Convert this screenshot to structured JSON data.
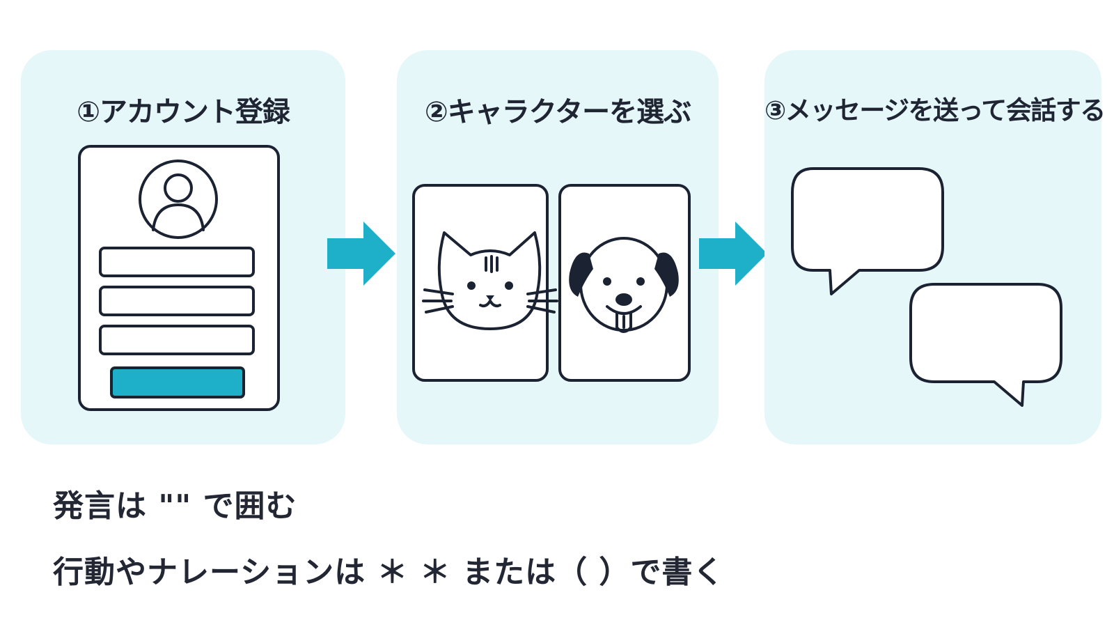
{
  "steps": [
    {
      "title": "①アカウント登録",
      "icon": "account-form-icon"
    },
    {
      "title": "②キャラクターを選ぶ",
      "icon": "character-cards-icon"
    },
    {
      "title": "③メッセージを送って会話する",
      "icon": "chat-bubbles-icon"
    }
  ],
  "rules": {
    "speech": "発言は \"\" で囲む",
    "action": "行動やナレーションは ＊ ＊ または（ ）で書く"
  },
  "colors": {
    "panel_bg": "#e6f7fa",
    "accent": "#1eb0c8",
    "outline": "#1b2333"
  }
}
